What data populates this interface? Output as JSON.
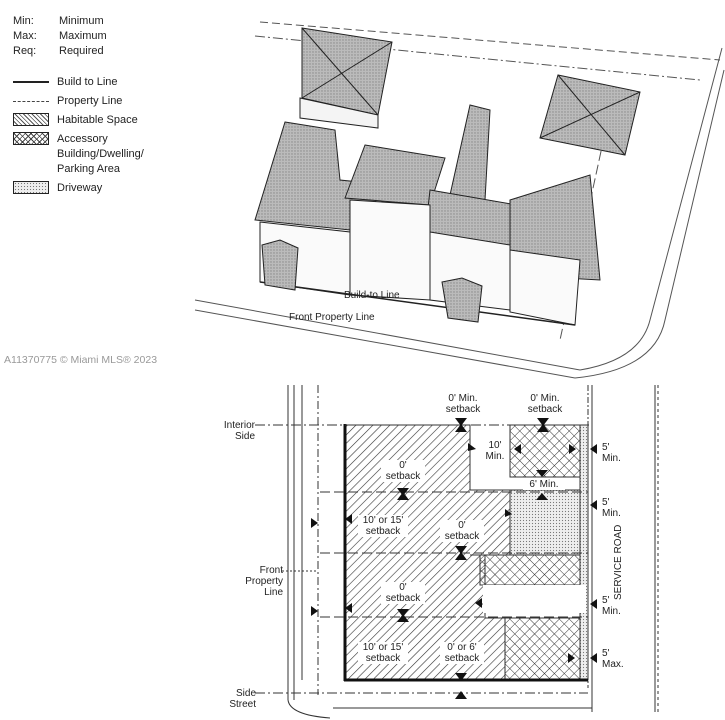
{
  "legend": {
    "abbreviations": [
      {
        "key": "Min:",
        "value": "Minimum"
      },
      {
        "key": "Max:",
        "value": "Maximum"
      },
      {
        "key": "Req:",
        "value": "Required"
      }
    ],
    "items": [
      {
        "symbol": "solid-line",
        "label": "Build to Line"
      },
      {
        "symbol": "dash-dot-line",
        "label": "Property Line"
      },
      {
        "symbol": "diagonal-hatch",
        "label": "Habitable Space"
      },
      {
        "symbol": "cross-hatch",
        "label": "Accessory Building/Dwelling/ Parking Area"
      },
      {
        "symbol": "dot-fill",
        "label": "Driveway"
      }
    ]
  },
  "watermark": "A11370775 © Miami MLS® 2023",
  "axonometric": {
    "build_to_line": "Build-to Line",
    "front_property_line": "Front Property Line"
  },
  "site_plan": {
    "edge_labels": {
      "interior_side": "Interior Side",
      "front_property_line": "Front Property Line",
      "side_street": "Side Street",
      "service_road": "SERVICE ROAD"
    },
    "dimensions": {
      "top_min_setback_1": "0' Min. setback",
      "top_min_setback_2": "0' Min. setback",
      "ten_min": "10' Min.",
      "six_min": "6' Min.",
      "zero_setback_1": "0' setback",
      "zero_setback_2": "0' setback",
      "zero_setback_3": "0' setback",
      "front_setback_1": "10' or 15' setback",
      "front_setback_2": "10' or 15' setback",
      "side_street_setback": "0' or 6' setback",
      "rear_1": "5' Min.",
      "rear_2": "5' Min.",
      "rear_3": "5' Min.",
      "rear_4": "5' Max."
    }
  }
}
